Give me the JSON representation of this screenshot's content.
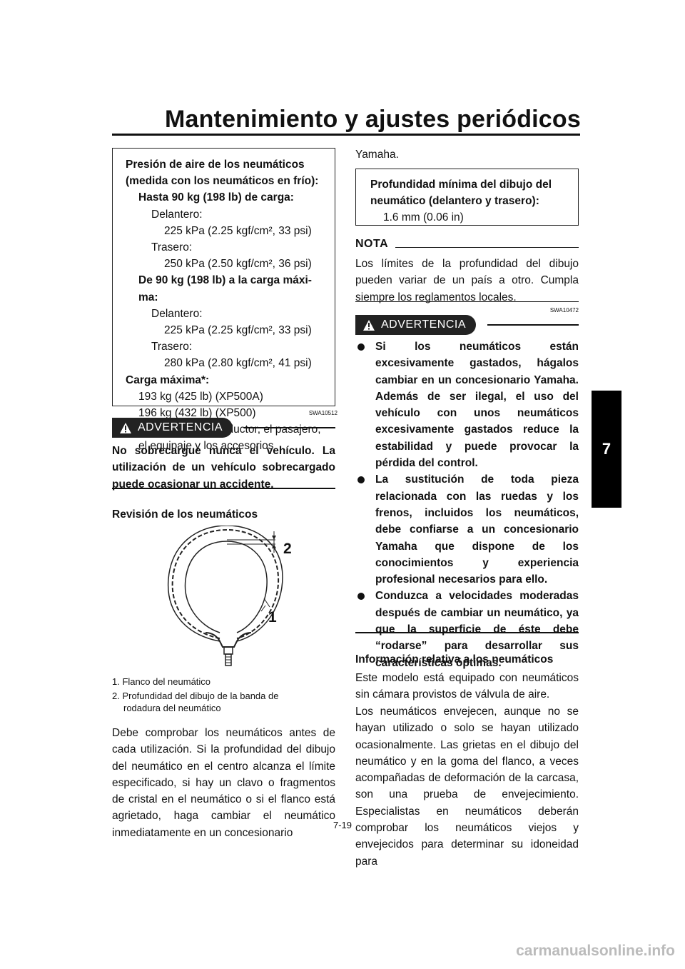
{
  "header": {
    "title": "Mantenimiento y ajustes periódicos"
  },
  "chapter_tab": "7",
  "pressure_box": {
    "lines": [
      {
        "text": "Presión de aire de los neumáticos",
        "bold": true,
        "indent": 0
      },
      {
        "text": "(medida con los neumáticos en frío):",
        "bold": true,
        "indent": 0
      },
      {
        "text": "Hasta 90 kg (198 lb) de carga:",
        "bold": true,
        "indent": 1
      },
      {
        "text": "Delantero:",
        "bold": false,
        "indent": 2
      },
      {
        "text": "225 kPa (2.25 kgf/cm², 33 psi)",
        "bold": false,
        "indent": 3
      },
      {
        "text": "Trasero:",
        "bold": false,
        "indent": 2
      },
      {
        "text": "250 kPa (2.50 kgf/cm², 36 psi)",
        "bold": false,
        "indent": 3
      },
      {
        "text": "De 90 kg (198 lb) a la carga máxi-",
        "bold": true,
        "indent": 1
      },
      {
        "text": "ma:",
        "bold": true,
        "indent": 1
      },
      {
        "text": "Delantero:",
        "bold": false,
        "indent": 2
      },
      {
        "text": "225 kPa (2.25 kgf/cm², 33 psi)",
        "bold": false,
        "indent": 3
      },
      {
        "text": "Trasero:",
        "bold": false,
        "indent": 2
      },
      {
        "text": "280 kPa (2.80 kgf/cm², 41 psi)",
        "bold": false,
        "indent": 3
      },
      {
        "text": "Carga máxima*:",
        "bold": true,
        "indent": 0
      },
      {
        "text": "193 kg (425 lb) (XP500A)",
        "bold": false,
        "indent": 1
      },
      {
        "text": "196 kg (432 lb) (XP500)",
        "bold": false,
        "indent": 1
      },
      {
        "text": "* Peso total del conductor, el pasajero,",
        "bold": false,
        "indent": 0.5
      },
      {
        "text": "el equipaje y los accesorios",
        "bold": false,
        "indent": 1
      }
    ]
  },
  "warning1": {
    "code": "SWA10512",
    "label": "ADVERTENCIA",
    "text": "No sobrecargue nunca el vehículo. La utilización de un vehículo sobrecargado puede ocasionar un accidente."
  },
  "tire_check": {
    "heading": "Revisión de los neumáticos",
    "figure_labels": [
      "1",
      "2"
    ],
    "captions": [
      "1. Flanco del neumático",
      "2. Profundidad del dibujo de la banda de",
      "rodadura del neumático"
    ],
    "body": "Debe comprobar los neumáticos antes de cada utilización. Si la profundidad del dibujo del neumático en el centro alcanza el límite especificado, si hay un clavo o fragmentos de cristal en el neumático o si el flanco está agrietado, haga cambiar el neumático inmediatamente en un concesionario"
  },
  "right_col": {
    "continuation": "Yamaha.",
    "depth_box": [
      "Profundidad mínima del dibujo del",
      "neumático (delantero y trasero):",
      "1.6 mm (0.06 in)"
    ],
    "nota_label": "NOTA",
    "nota_text": "Los límites de la profundidad del dibujo pueden variar de un país a otro. Cumpla siempre los reglamentos locales.",
    "warning2": {
      "code": "SWA10472",
      "label": "ADVERTENCIA",
      "bullets": [
        "Si los neumáticos están excesivamente gastados, hágalos cambiar en un concesionario Yamaha. Además de ser ilegal, el uso del vehículo con unos neumáticos excesivamente gastados reduce la estabilidad y puede provocar la pérdida del control.",
        "La sustitución de toda pieza relacionada con las ruedas y los frenos, incluidos los neumáticos, debe confiarse a un concesionario Yamaha que dispone de los conocimientos y experiencia profesional necesarios para ello.",
        "Conduzca a velocidades moderadas después de cambiar un neumático, ya que la superficie de éste debe “rodarse” para desarrollar sus características óptimas."
      ]
    },
    "info_heading": "Información relativa a los neumáticos",
    "info_p1": "Este modelo está equipado con neumáticos sin cámara provistos de válvula de aire.",
    "info_p2": "Los neumáticos envejecen, aunque no se hayan utilizado o solo se hayan utilizado ocasionalmente. Las grietas en el dibujo del neumático y en la goma del flanco, a veces acompañadas de deformación de la carcasa, son una prueba de envejecimiento. Especialistas en neumáticos deberán comprobar los neumáticos viejos y envejecidos para determinar su idoneidad para"
  },
  "page_number": "7-19",
  "watermark": "carmanualsonline.info"
}
